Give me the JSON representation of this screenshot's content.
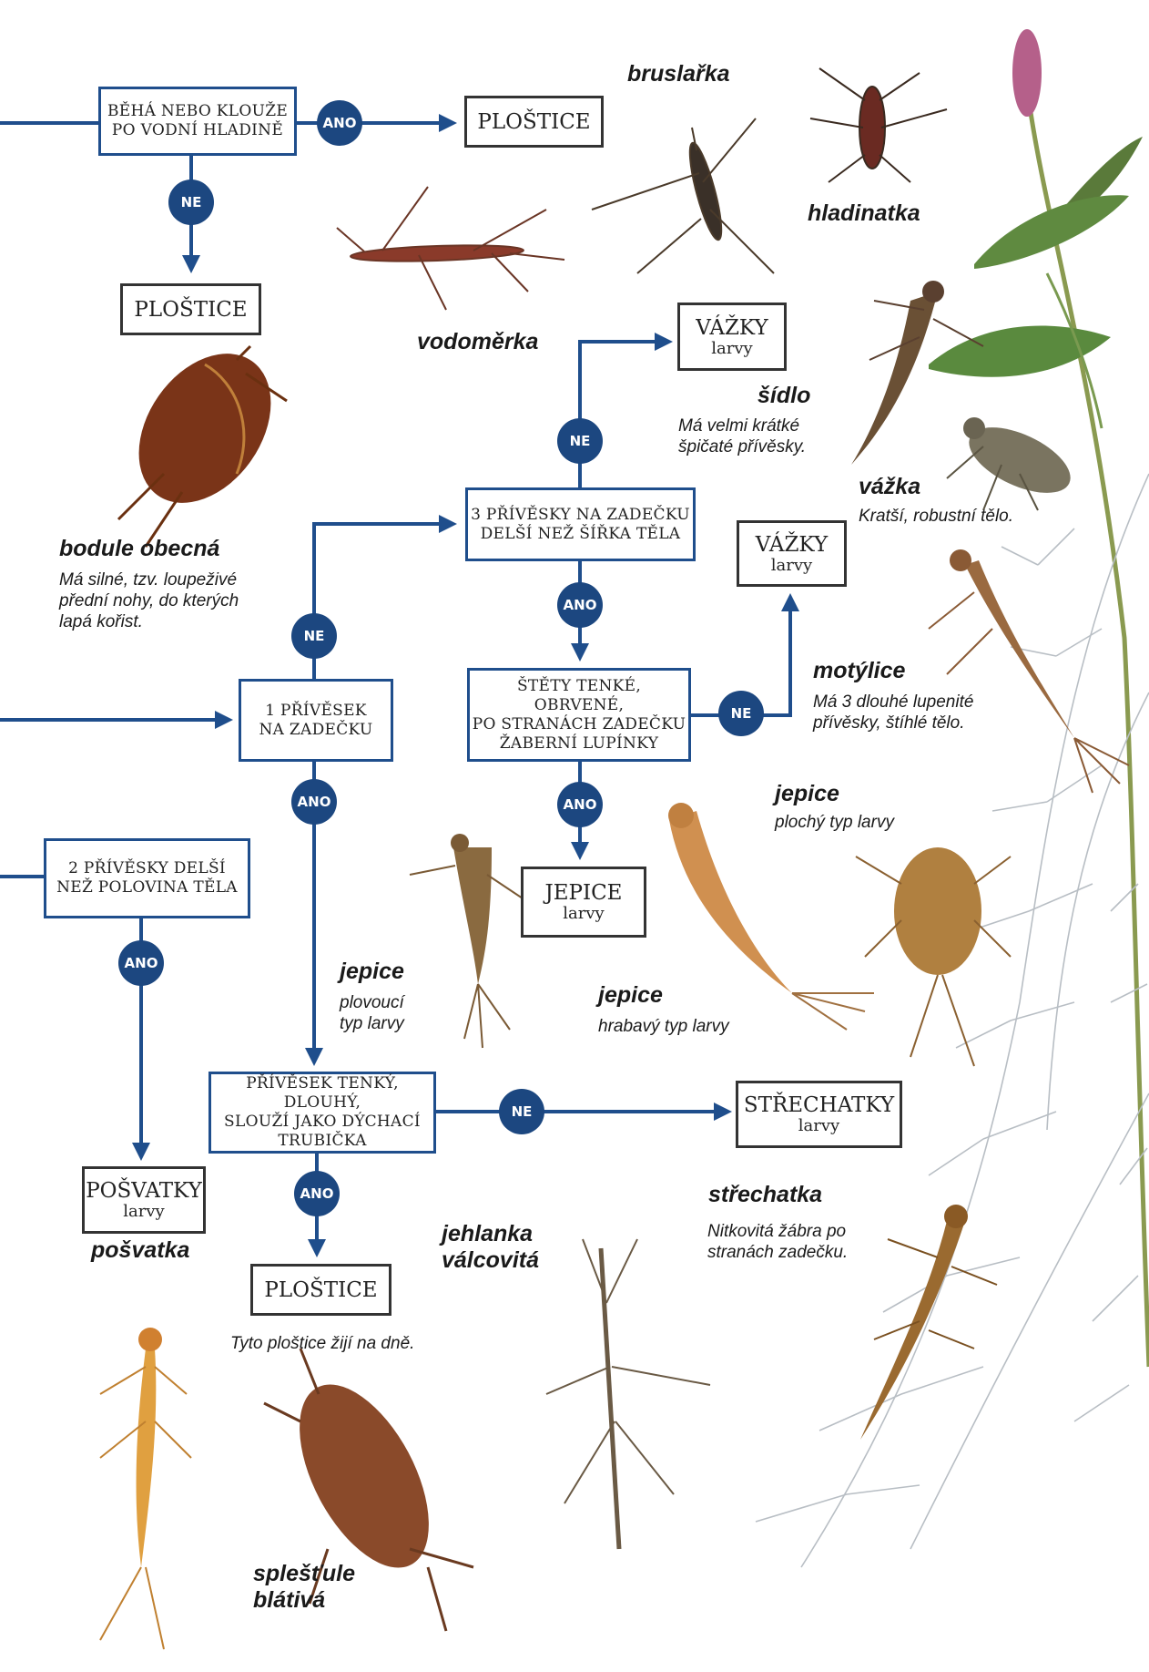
{
  "questions": {
    "q1": [
      "BĚHÁ NEBO KLOUŽE",
      "PO VODNÍ HLADINĚ"
    ],
    "q2": [
      "1 PŘÍVĚSEK",
      "NA ZADEČKU"
    ],
    "q3": [
      "3 PŘÍVĚSKY NA ZADEČKU",
      "DELŠÍ NEŽ ŠÍŘKA TĚLA"
    ],
    "q4": [
      "ŠTĚTY TENKÉ, OBRVENÉ,",
      "PO STRANÁCH ZADEČKU",
      "ŽABERNÍ LUPÍNKY"
    ],
    "q5": [
      "2 PŘÍVĚSKY DELŠÍ",
      "NEŽ POLOVINA TĚLA"
    ],
    "q6": [
      "PŘÍVĚSEK TENKÝ, DLOUHÝ,",
      "SLOUŽÍ JAKO DÝCHACÍ",
      "TRUBIČKA"
    ]
  },
  "results": {
    "plostice_top": {
      "title": "PLOŠTICE"
    },
    "plostice_mid": {
      "title": "PLOŠTICE"
    },
    "plostice_bottom": {
      "title": "PLOŠTICE"
    },
    "vazky_top": {
      "title": "VÁŽKY",
      "sub": "larvy"
    },
    "vazky_mid": {
      "title": "VÁŽKY",
      "sub": "larvy"
    },
    "jepice": {
      "title": "JEPICE",
      "sub": "larvy"
    },
    "posvatky": {
      "title": "POŠVATKY",
      "sub": "larvy"
    },
    "strechatky": {
      "title": "STŘECHATKY",
      "sub": "larvy"
    }
  },
  "answers": {
    "yes": "ANO",
    "no": "NE"
  },
  "species": {
    "bruslarka": "bruslařka",
    "hladinatka": "hladinatka",
    "vodomerka": "vodoměrka",
    "bodule": {
      "name": "bodule obecná",
      "desc": [
        "Má silné, tzv. loupeživé",
        "přední nohy, do kterých",
        "lapá kořist."
      ]
    },
    "sidlo": {
      "name": "šídlo",
      "desc": [
        "Má velmi krátké",
        "špičaté přívěsky."
      ]
    },
    "vazka": {
      "name": "vážka",
      "desc": [
        "Kratší, robustní tělo."
      ]
    },
    "motylice": {
      "name": "motýlice",
      "desc": [
        "Má 3 dlouhé lupenité",
        "přívěsky, štíhlé tělo."
      ]
    },
    "jepice_plochy": {
      "name": "jepice",
      "desc": [
        "plochý typ larvy"
      ]
    },
    "jepice_plovouci": {
      "name": "jepice",
      "desc": [
        "plovoucí",
        "typ larvy"
      ]
    },
    "jepice_hrabavy": {
      "name": "jepice",
      "desc": [
        "hrabavý typ larvy"
      ]
    },
    "strechatka": {
      "name": "střechatka",
      "desc": [
        "Nitkovitá žábra po",
        "stranách zadečku."
      ]
    },
    "jehlanka": {
      "name": [
        "jehlanka",
        "válcovitá"
      ]
    },
    "posvatka": "pošvatka",
    "plostice_note": "Tyto ploštice žijí na dně.",
    "splestule": {
      "name": [
        "splešťule",
        "blátivá"
      ]
    }
  },
  "colors": {
    "flow": "#1f4e8c",
    "circle": "#1c4780",
    "result_border": "#333333"
  }
}
